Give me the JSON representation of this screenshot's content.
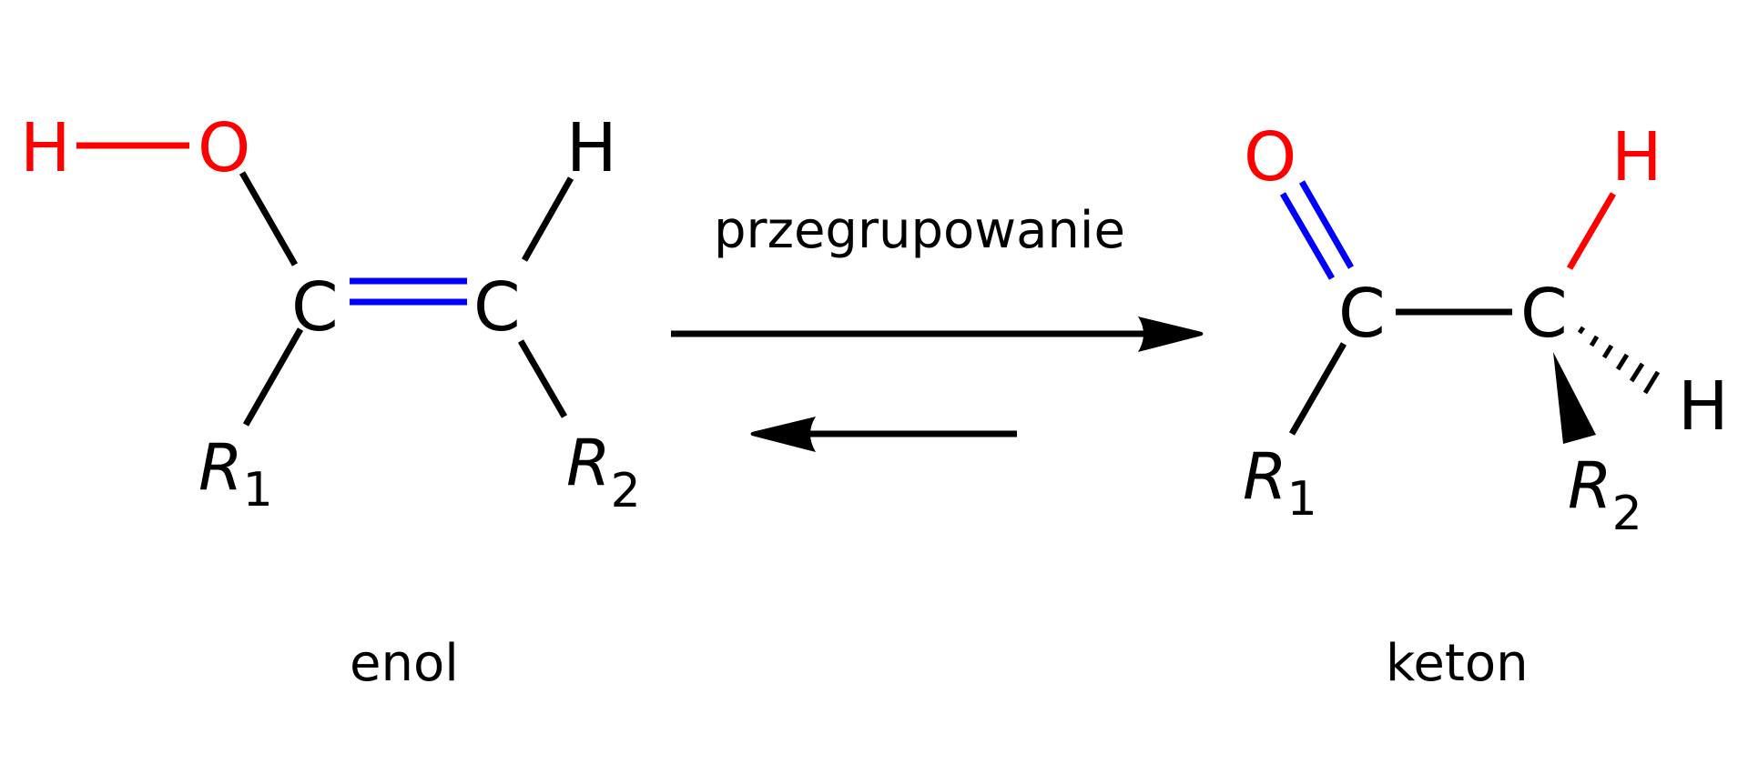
{
  "colors": {
    "heteroatom": "#ff0000",
    "double_bond": "#0000ff",
    "default": "#000000",
    "background": "#ffffff"
  },
  "reaction": {
    "arrow_label": "przegrupowanie",
    "arrow_type": "equilibrium",
    "forward_direction": "enol-to-keton"
  },
  "enol": {
    "name": "enol",
    "atoms": {
      "h_hydroxyl": "H",
      "oxygen": "O",
      "c1": "C",
      "c2": "C",
      "h_vinyl": "H",
      "r1": "R",
      "r1_sub": "1",
      "r2": "R",
      "r2_sub": "2"
    }
  },
  "keton": {
    "name": "keton",
    "atoms": {
      "oxygen": "O",
      "c1": "C",
      "c2": "C",
      "h_migrated": "H",
      "h_hashed": "H",
      "r1": "R",
      "r1_sub": "1",
      "r2": "R",
      "r2_sub": "2"
    }
  }
}
